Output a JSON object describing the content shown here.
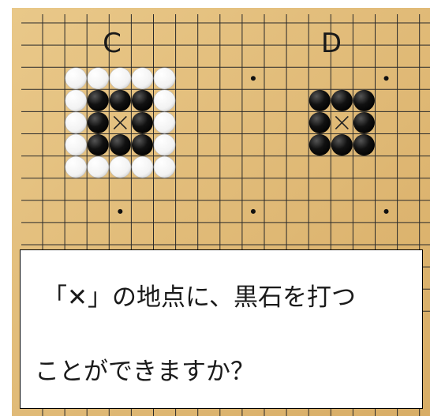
{
  "board": {
    "colors": {
      "wood": "#e9c889",
      "wood_dark": "#d8ad66",
      "line": "#2a2a2a",
      "black_stone": "#111111",
      "white_stone": "#f2f2f2"
    },
    "grid": {
      "cols": 18,
      "rows": 14
    },
    "star_points": [
      [
        4,
        3
      ],
      [
        10,
        3
      ],
      [
        16,
        3
      ],
      [
        4,
        9
      ],
      [
        10,
        9
      ],
      [
        16,
        9
      ]
    ],
    "groups": [
      {
        "label": "C",
        "marker": [
          4,
          5
        ],
        "black": [
          [
            3,
            4
          ],
          [
            4,
            4
          ],
          [
            5,
            4
          ],
          [
            3,
            5
          ],
          [
            5,
            5
          ],
          [
            3,
            6
          ],
          [
            4,
            6
          ],
          [
            5,
            6
          ]
        ],
        "white": [
          [
            2,
            3
          ],
          [
            3,
            3
          ],
          [
            4,
            3
          ],
          [
            5,
            3
          ],
          [
            6,
            3
          ],
          [
            2,
            4
          ],
          [
            6,
            4
          ],
          [
            2,
            5
          ],
          [
            6,
            5
          ],
          [
            2,
            6
          ],
          [
            6,
            6
          ],
          [
            2,
            7
          ],
          [
            3,
            7
          ],
          [
            4,
            7
          ],
          [
            5,
            7
          ],
          [
            6,
            7
          ]
        ]
      },
      {
        "label": "D",
        "marker": [
          14,
          5
        ],
        "black": [
          [
            13,
            4
          ],
          [
            14,
            4
          ],
          [
            15,
            4
          ],
          [
            13,
            5
          ],
          [
            15,
            5
          ],
          [
            13,
            6
          ],
          [
            14,
            6
          ],
          [
            15,
            6
          ]
        ],
        "white": []
      }
    ]
  },
  "question": {
    "open_bracket": "「",
    "x_mark": "✕",
    "rest_line_1": "」の地点に、黒石を打つ",
    "line_2": "ことができますか？"
  }
}
